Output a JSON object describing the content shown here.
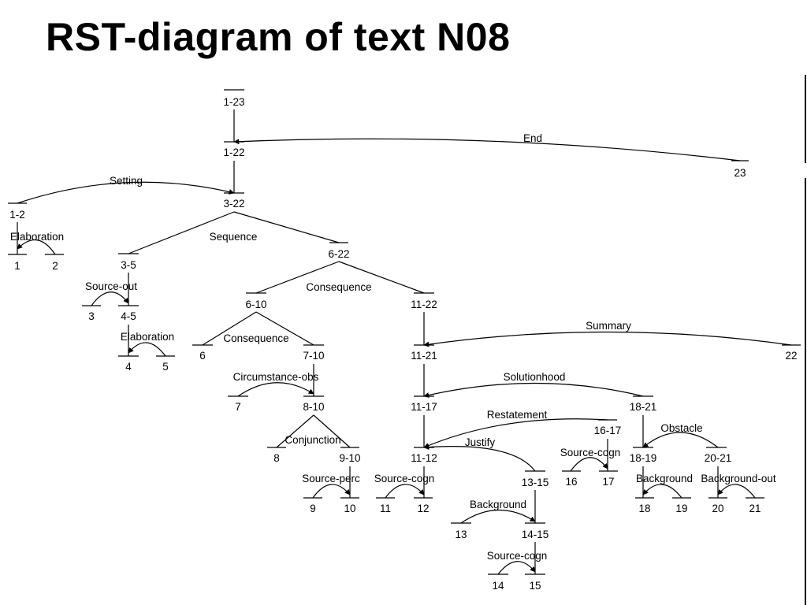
{
  "page": {
    "title": "RST-diagram of text N08"
  },
  "nodes": {
    "n1_23": "1-23",
    "n1_22": "1-22",
    "n23": "23",
    "n3_22": "3-22",
    "n1_2": "1-2",
    "n1": "1",
    "n2": "2",
    "n3_5": "3-5",
    "n6_22": "6-22",
    "n3": "3",
    "n4_5": "4-5",
    "n4": "4",
    "n5": "5",
    "n6_10": "6-10",
    "n11_22": "11-22",
    "n6": "6",
    "n7_10": "7-10",
    "n7": "7",
    "n8_10": "8-10",
    "n8": "8",
    "n9_10": "9-10",
    "n9": "9",
    "n10": "10",
    "n11_21": "11-21",
    "n22": "22",
    "n11_17": "11-17",
    "n18_21": "18-21",
    "n11_12": "11-12",
    "n16_17": "16-17",
    "n13_15": "13-15",
    "n11": "11",
    "n12": "12",
    "n16": "16",
    "n17": "17",
    "n13": "13",
    "n14_15": "14-15",
    "n14": "14",
    "n15": "15",
    "n18_19": "18-19",
    "n20_21": "20-21",
    "n18": "18",
    "n19": "19",
    "n20": "20",
    "n21": "21"
  },
  "relations": {
    "end": "End",
    "setting": "Setting",
    "elaboration_1": "Elaboration",
    "sequence": "Sequence",
    "source_out": "Source-out",
    "elaboration_2": "Elaboration",
    "consequence_1": "Consequence",
    "consequence_2": "Consequence",
    "circumstance_obs": "Circumstance-obs",
    "conjunction": "Conjunction",
    "source_perc": "Source-perc",
    "summary": "Summary",
    "solutionhood": "Solutionhood",
    "restatement": "Restatement",
    "justify": "Justify",
    "source_cogn_1": "Source-cogn",
    "source_cogn_2": "Source-cogn",
    "background_1": "Background",
    "source_cogn_3": "Source-cogn",
    "obstacle": "Obstacle",
    "background_2": "Background",
    "background_out": "Background-out"
  }
}
